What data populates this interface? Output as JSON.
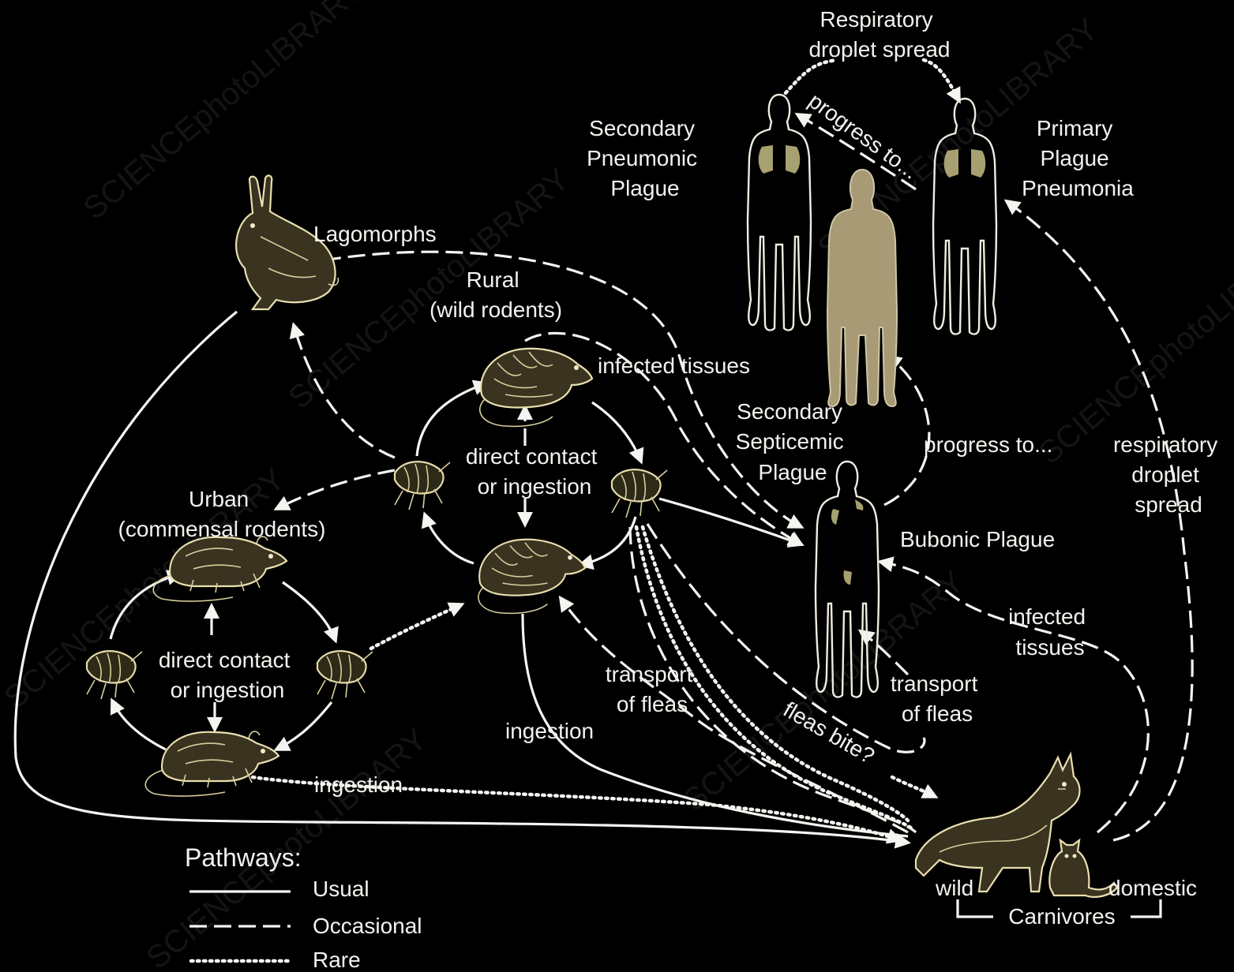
{
  "watermark": "SCIENCEphotoLIBRARY",
  "labels": {
    "respiratory_droplet_top": [
      "Respiratory",
      "droplet spread"
    ],
    "progress_to_top": "progress to...",
    "secondary_pneumonic": [
      "Secondary",
      "Pneumonic",
      "Plague"
    ],
    "primary_plague_pneumonia": [
      "Primary",
      "Plague",
      "Pneumonia"
    ],
    "lagomorphs": "Lagomorphs",
    "rural": [
      "Rural",
      "(wild rodents)"
    ],
    "infected_tissues_upper": "infected tissues",
    "secondary_septicemic": [
      "Secondary",
      "Septicemic",
      "Plague"
    ],
    "progress_to_mid": "progress to...",
    "respiratory_droplet_right": [
      "respiratory",
      "droplet",
      "spread"
    ],
    "direct_contact_rural": [
      "direct contact",
      "or ingestion"
    ],
    "urban": [
      "Urban",
      "(commensal rodents)"
    ],
    "bubonic_plague": "Bubonic Plague",
    "infected_tissues_right": [
      "infected",
      "tissues"
    ],
    "direct_contact_urban": [
      "direct contact",
      "or ingestion"
    ],
    "transport_fleas_center": [
      "transport",
      "of fleas"
    ],
    "transport_fleas_right": [
      "transport",
      "of fleas"
    ],
    "ingestion_center": "ingestion",
    "fleas_bite": "fleas bite?",
    "ingestion_bottom": "ingestion",
    "wild": "wild",
    "domestic": "domestic",
    "carnivores": "Carnivores"
  },
  "legend": {
    "title": "Pathways:",
    "items": [
      {
        "style": "solid",
        "label": "Usual"
      },
      {
        "style": "dashed",
        "label": "Occasional"
      },
      {
        "style": "dotted",
        "label": "Rare"
      }
    ]
  },
  "colors": {
    "background": "#000000",
    "line": "#f4f4f0",
    "animal_outline": "#e9dfb0",
    "septicemic_figure": "#a79a75"
  }
}
